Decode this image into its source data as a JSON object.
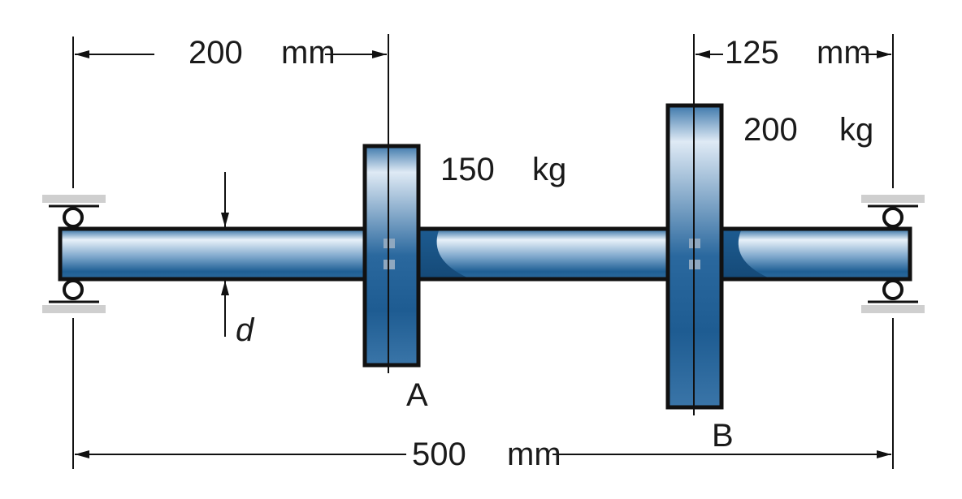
{
  "labels": {
    "dim_left_value": "200",
    "dim_left_unit": "mm",
    "dim_right_value": "125",
    "dim_right_unit": "mm",
    "dim_total_value": "500",
    "dim_total_unit": "mm",
    "mass_a_value": "150",
    "mass_a_unit": "kg",
    "mass_b_value": "200",
    "mass_b_unit": "kg",
    "diameter_label": "d",
    "disk_a_label": "A",
    "disk_b_label": "B"
  },
  "colors": {
    "shaft_dark": "#1f5f94",
    "shaft_light": "#e6f0f8",
    "outline": "#111111",
    "support": "#cfcfcf"
  }
}
